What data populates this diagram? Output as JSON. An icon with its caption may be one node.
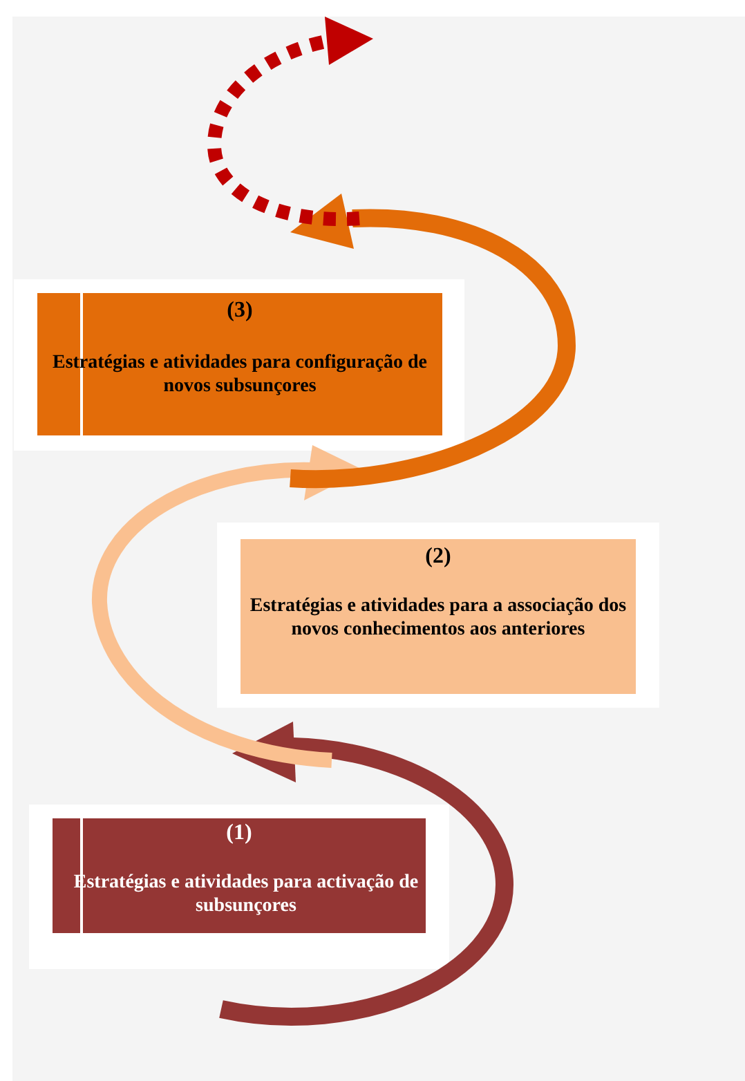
{
  "diagram": {
    "nodes": [
      {
        "text": [
          "(3)",
          "Estratégias e atividades para configuração de novos subsunçores"
        ]
      },
      {
        "text": [
          "(2)",
          "Estratégias e atividades para a associação dos novos conhecimentos aos anteriores"
        ]
      },
      {
        "text": [
          "(1)",
          "Estratégias e atividades para activação de subsunçores"
        ]
      }
    ]
  }
}
